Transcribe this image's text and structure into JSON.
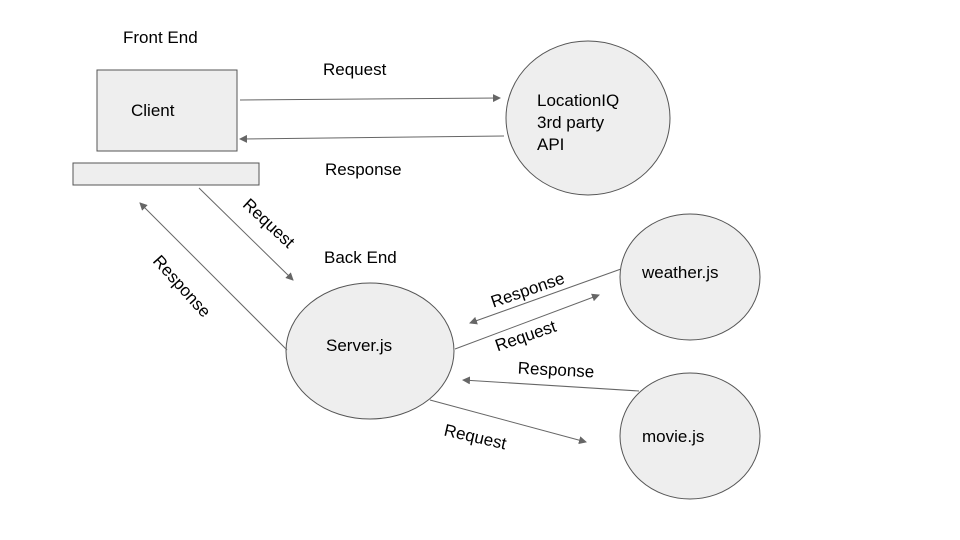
{
  "front_end_label": "Front End",
  "back_end_label": "Back End",
  "client_label": "Client",
  "locationiq": {
    "line1": "LocationIQ",
    "line2": "3rd party",
    "line3": "API"
  },
  "server_label": "Server.js",
  "weather_label": "weather.js",
  "movie_label": "movie.js",
  "edges": {
    "client_to_api": "Request",
    "api_to_client": "Response",
    "client_to_server": "Request",
    "server_to_client": "Response",
    "weather_to_server": "Response",
    "server_to_weather": "Request",
    "movie_to_server": "Response",
    "server_to_movie": "Request"
  },
  "colors": {
    "node_fill": "#eeeeee",
    "node_stroke": "#555555",
    "arrow": "#666666"
  }
}
